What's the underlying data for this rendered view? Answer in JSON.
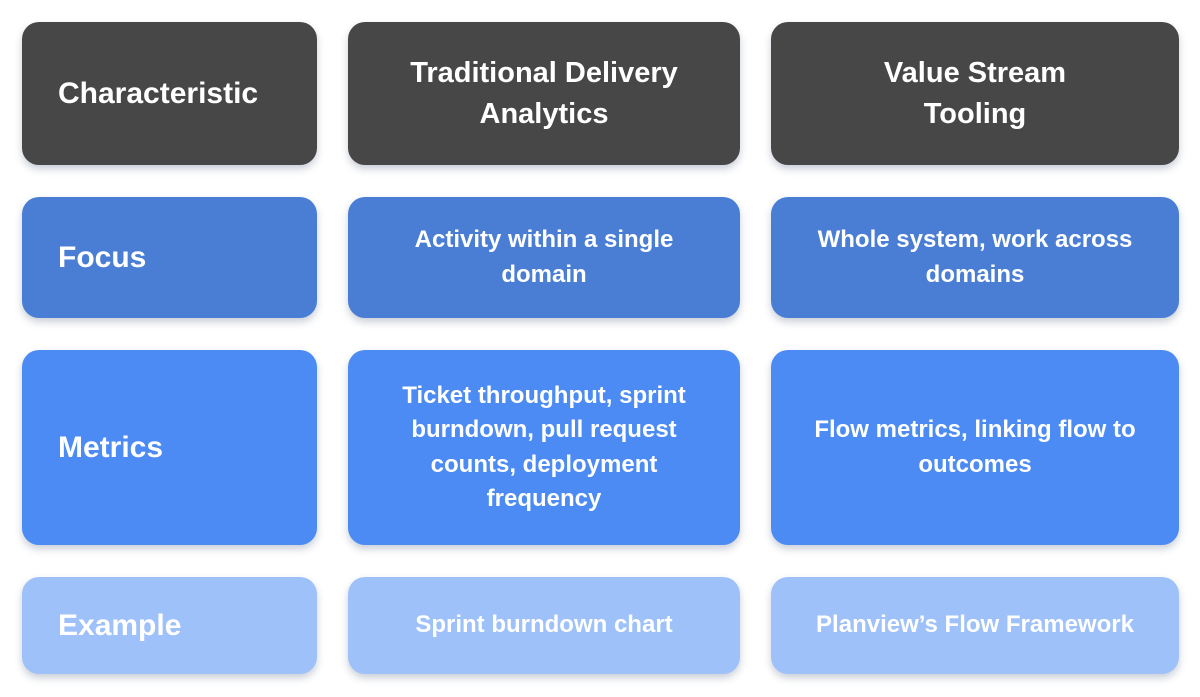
{
  "colors": {
    "page_bg": "#ffffff",
    "header_bg": "#474747",
    "focus_row_bg": "#4a7ed5",
    "metrics_row_bg": "#4b8bf3",
    "example_row_bg": "#9ec1f9",
    "cell_text": "#ffffff"
  },
  "table": {
    "headers": [
      "Characteristic",
      "Traditional Delivery Analytics",
      "Value Stream Tooling"
    ],
    "rows": [
      {
        "label": "Focus",
        "traditional_delivery_analytics": "Activity within a single domain",
        "value_stream_tooling": "Whole system, work across domains"
      },
      {
        "label": "Metrics",
        "traditional_delivery_analytics": "Ticket throughput, sprint burndown, pull request counts, deployment frequency",
        "value_stream_tooling": "Flow metrics, linking flow to outcomes"
      },
      {
        "label": "Example",
        "traditional_delivery_analytics": "Sprint burndown chart",
        "value_stream_tooling": "Planview’s Flow Framework"
      }
    ]
  },
  "chart_data": {
    "type": "table",
    "columns": [
      "Characteristic",
      "Traditional Delivery Analytics",
      "Value Stream Tooling"
    ],
    "rows": [
      [
        "Focus",
        "Activity within a single domain",
        "Whole system, work across domains"
      ],
      [
        "Metrics",
        "Ticket throughput, sprint burndown, pull request counts, deployment frequency",
        "Flow metrics, linking flow to outcomes"
      ],
      [
        "Example",
        "Sprint burndown chart",
        "Planview’s Flow Framework"
      ]
    ]
  }
}
